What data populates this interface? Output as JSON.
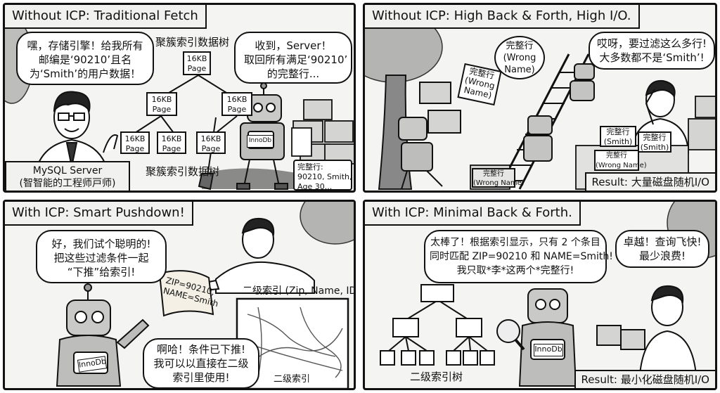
{
  "panels": {
    "p1": {
      "title": "Without ICP: Traditional Fetch",
      "speech_user": [
        "嘿，存储引擎！给我所有",
        "邮编是‘90210’且名",
        "为‘Smith’的用户数据！"
      ],
      "speech_robot": [
        "收到，Server！",
        "取回所有满足‘90210’",
        "的完整行..."
      ],
      "tree_label_top": "聚簇索引数据树",
      "tree_label_bottom": "聚簇索引数据树",
      "page_label": "16KB\nPage",
      "robot_badge": "InnoDb",
      "caption": [
        "MySQL Server",
        "(智智能的工程师戸师)"
      ],
      "row_card": [
        "完整行:",
        "90210, Smith,",
        "Age 30..."
      ]
    },
    "p2": {
      "title": "Without ICP: High Back & Forth, High I/O.",
      "speech_robot": [
        "完整行",
        "(Wrong",
        "Name)"
      ],
      "speech_user": [
        "哎呀，要过滤这么多行!",
        "大多数都不是‘Smith’!"
      ],
      "box_carried": [
        "完整行",
        "(Wrong",
        "Name)"
      ],
      "box_floor": [
        "完整行",
        "(Wrong Name)"
      ],
      "box_smith_1": [
        "完整行",
        "(Smith)"
      ],
      "box_smith_2": [
        "完整行",
        "(Smith)"
      ],
      "box_wrong_2": [
        "完整行",
        "(Wrong Name)"
      ],
      "caption": "Result: 大量磁盘随机I/O"
    },
    "p3": {
      "title": "With ICP: Smart Pushdown!",
      "speech_user": [
        "好，我们试个聪明的!",
        "把这些过滤条件一起",
        "“下推”给索引!"
      ],
      "scroll_text": [
        "ZIP=90210,",
        "NAME=Smith"
      ],
      "map_title": "二级索引 (Zip, Name, ID)",
      "map_footer": "二级索引",
      "speech_robot": [
        "啊哈！条件已下推!",
        "我可以以直接在二级",
        "索引里使用!"
      ],
      "robot_badge": "InnoDb"
    },
    "p4": {
      "title": "With ICP: Minimal Back & Forth.",
      "speech_robot": [
        "太棒了！根据索引显示，只有 2 个条目",
        "同时匹配 ZIP=90210 和 NAME=Smith!",
        "我只取*李*这两个*完整行!"
      ],
      "speech_user": [
        "卓越！查询飞快!",
        "最少浪费!"
      ],
      "tree_label": "二级索引树",
      "robot_badge": "InnoDb",
      "caption": "Result: 最小化磁盘随机I/O"
    }
  }
}
